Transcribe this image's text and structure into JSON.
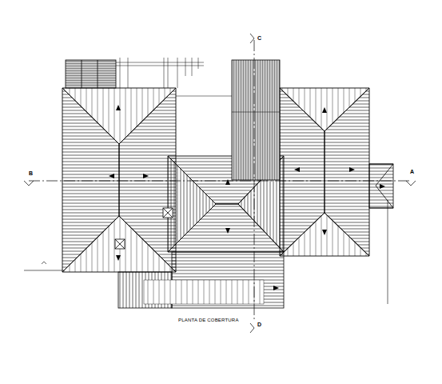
{
  "diagram": {
    "caption": "PLANTA DE COBERTURA",
    "labels": [
      "C",
      "B",
      "A",
      "D"
    ]
  }
}
